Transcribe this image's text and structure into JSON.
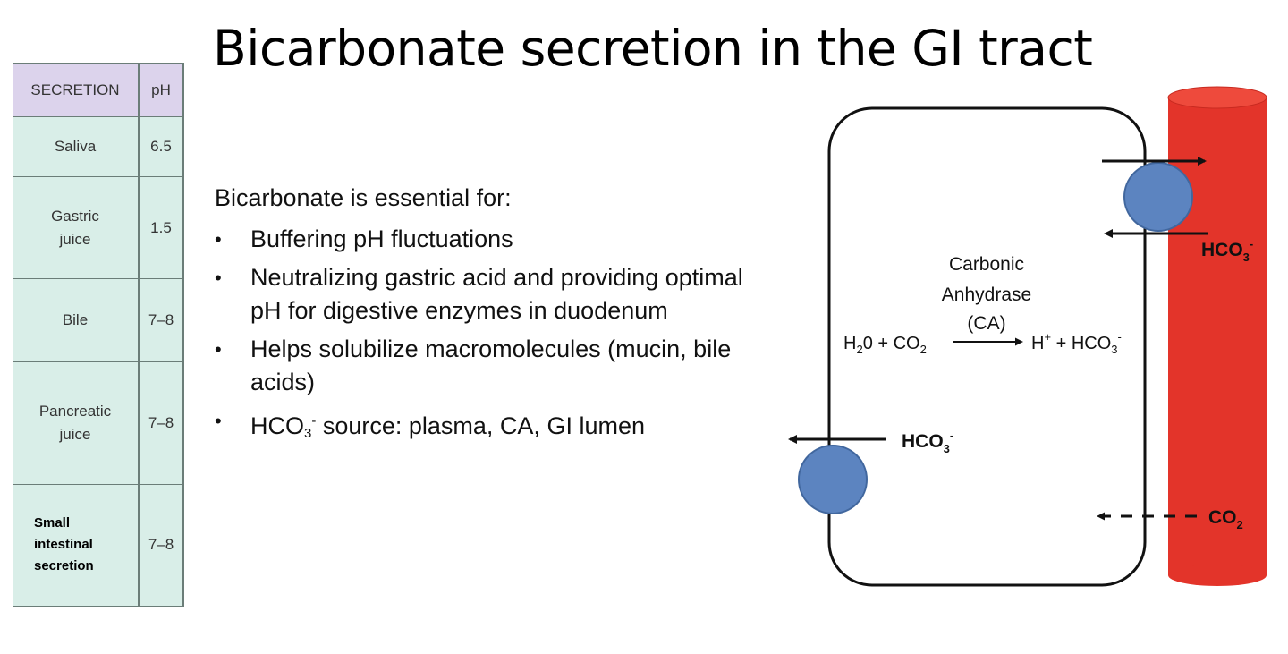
{
  "slide": {
    "title": "Bicarbonate secretion in the GI tract"
  },
  "table": {
    "headers": [
      "SECRETION",
      "pH"
    ],
    "rows": [
      {
        "name_lines": [
          "Saliva"
        ],
        "ph": "6.5"
      },
      {
        "name_lines": [
          "Gastric",
          "juice"
        ],
        "ph": "1.5"
      },
      {
        "name_lines": [
          "Bile"
        ],
        "ph": "7–8"
      },
      {
        "name_lines": [
          "Pancreatic",
          "juice"
        ],
        "ph": "7–8"
      },
      {
        "name_lines": [
          "Small",
          "intestinal",
          "secretion"
        ],
        "ph": "7–8"
      }
    ]
  },
  "content": {
    "intro": "Bicarbonate is essential for:",
    "bullets": [
      "Buffering pH fluctuations",
      "Neutralizing gastric acid and providing optimal pH for digestive enzymes in duodenum",
      "Helps solubilize macromolecules (mucin, bile acids)"
    ],
    "bullet_source": {
      "prefix": "HCO",
      "sub": "3",
      "sup": "-",
      "suffix": " source: plasma, CA, GI lumen"
    }
  },
  "diagram": {
    "enzyme_line1": "Carbonic",
    "enzyme_line2": "Anhydrase",
    "enzyme_line3": "(CA)",
    "reaction": {
      "h": "H",
      "h_sub": "2",
      "o_co": "0 + CO",
      "co_sub": "2",
      "hplus": "H",
      "hplus_sup": "+",
      "plus_hco": " + HCO",
      "hco_sub": "3",
      "hco_sup": "-"
    },
    "hco3_label": {
      "base": "HCO",
      "sub": "3",
      "sup": "-"
    },
    "co2_label": {
      "base": "CO",
      "sub": "2"
    },
    "colors": {
      "vessel": "#e3342a",
      "vessel_top": "#ee4a3c",
      "transporter": "#5c84c0",
      "transporter_stroke": "#41679e",
      "cell_outline": "#111111"
    }
  }
}
